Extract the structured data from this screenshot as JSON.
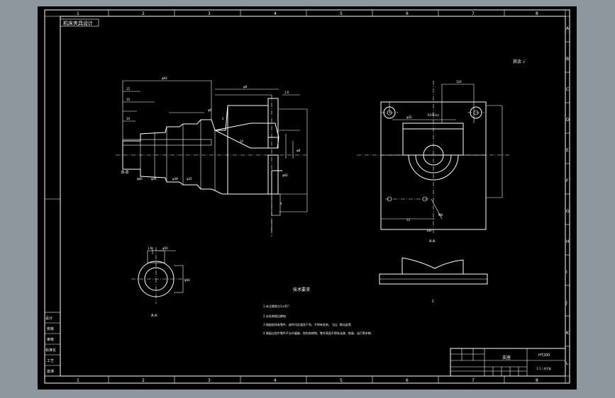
{
  "drawing": {
    "corner_label": "机床夹具设计",
    "title_cell": "支座",
    "drawing_no_cell": "HT200",
    "sheet_info_cell": "1:1 / 共1张",
    "col_numbers": [
      "1",
      "2",
      "3",
      "4",
      "5",
      "6",
      "7",
      "8"
    ],
    "row_letters": [
      "A",
      "B",
      "C",
      "D",
      "E",
      "F",
      "G",
      "H",
      "I",
      "J",
      "K",
      "L"
    ],
    "roughness_note": "其余 √",
    "section_labels": {
      "round_section": "A-A",
      "main_view_cut": "B-B",
      "plate_view": "C"
    },
    "tech_req_title": "技术要求",
    "tech_req_lines": [
      "1.未注倒角为1×45°.",
      "2.去毛刺锐边倒钝.",
      "3.装配前所有零件、部件均应清洗干净，不得有毛刺、飞边、氧化皮等.",
      "4.装配过程中零件不允许磕碰、划伤和锈蚀，零件表面不得有油漆、铁屑、油污等杂物."
    ],
    "side_table": [
      "设计",
      "校核",
      "审核",
      "标准化",
      "工艺",
      "批准"
    ]
  }
}
